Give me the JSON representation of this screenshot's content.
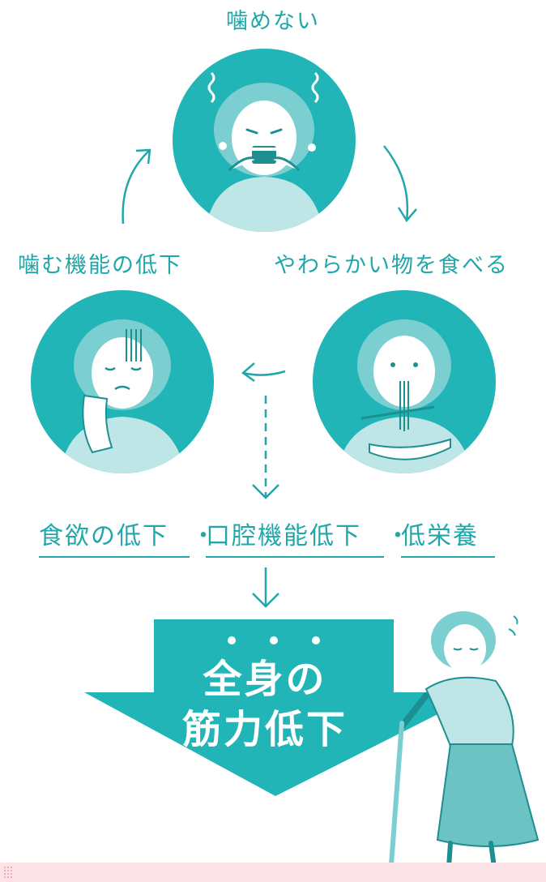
{
  "cycle": {
    "top_label": "噛めない",
    "right_label": "やわらかい物を食べる",
    "left_label": "噛む機能の低下"
  },
  "causes": {
    "item1": "食欲の低下",
    "item2": "口腔機能低下",
    "item3": "低栄養",
    "separator": "・"
  },
  "result": {
    "line1": "全身の",
    "line2": "筋力低下"
  },
  "colors": {
    "teal": "#21b5b8",
    "teal_dark": "#21a7a9",
    "light_teal": "#bfe6e6",
    "pink": "#fbe3e7"
  }
}
